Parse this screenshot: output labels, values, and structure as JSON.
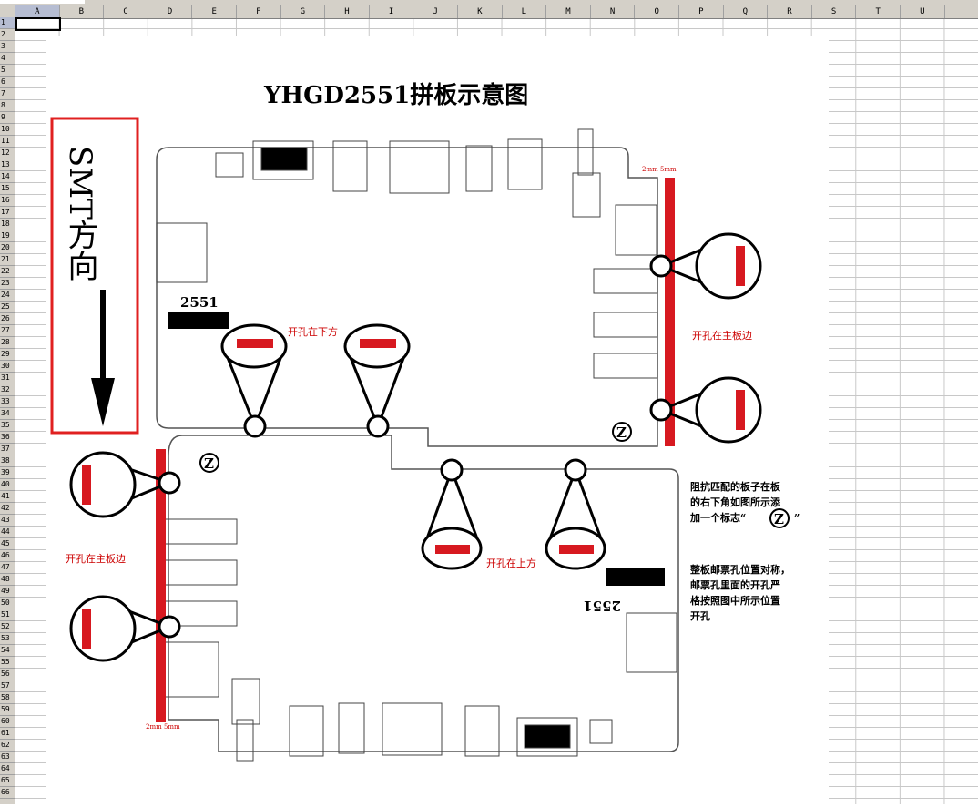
{
  "spreadsheet": {
    "columns": [
      "A",
      "B",
      "C",
      "D",
      "E",
      "F",
      "G",
      "H",
      "I",
      "J",
      "K",
      "L",
      "M",
      "N",
      "O",
      "P",
      "Q",
      "R",
      "S",
      "T",
      "U"
    ],
    "row_count": 66,
    "selected_cell": "A1"
  },
  "diagram": {
    "title": "YHGD2551拼板示意图",
    "smt_direction": "SMT方向",
    "board_label": "2551",
    "board_label_rotated": "2551",
    "hole_below": "开孔在下方",
    "hole_above": "开孔在上方",
    "hole_main_edge_right": "开孔在主板边",
    "hole_main_edge_left": "开孔在主板边",
    "z_mark": "Z",
    "note1_lines": [
      "阻抗匹配的板子在板",
      "的右下角如图所示添",
      "加一个标志“",
      "”"
    ],
    "note2_lines": [
      "整板邮票孔位置对称，",
      "邮票孔里面的开孔严",
      "格按照图中所示位置",
      "开孔"
    ],
    "rail_label": "2mm 5mm",
    "colors": {
      "rail": "#d71920",
      "smt_box": "#e02020",
      "annotation": "#cc0000"
    }
  }
}
